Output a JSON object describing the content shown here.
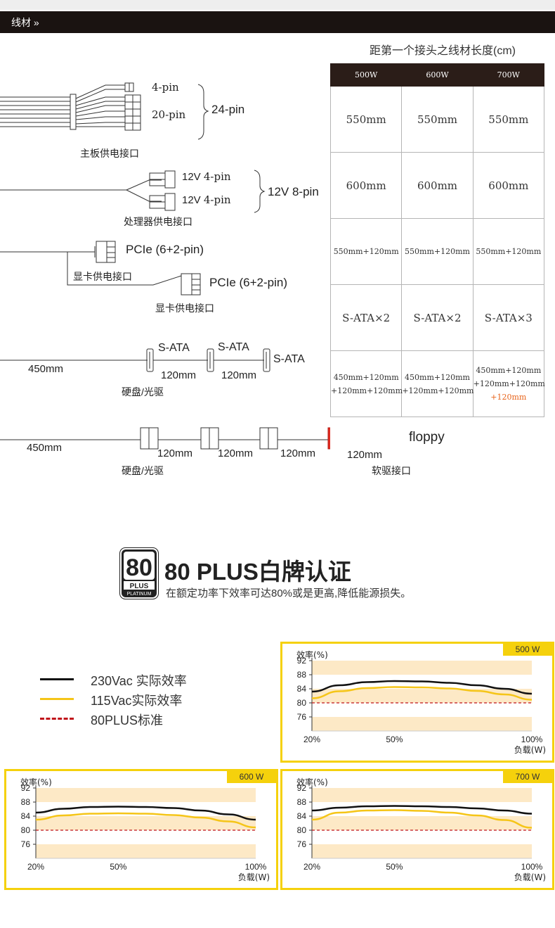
{
  "header": {
    "title": "线材 »"
  },
  "table": {
    "caption": "距第一个接头之线材长度(cm)",
    "columns": [
      "500W",
      "600W",
      "700W"
    ],
    "rows": [
      [
        "550mm",
        "550mm",
        "550mm"
      ],
      [
        "600mm",
        "600mm",
        "600mm"
      ],
      [
        "550mm+120mm",
        "550mm+120mm",
        "550mm+120mm"
      ],
      [
        "S-ATA×2",
        "S-ATA×2",
        "S-ATA×3"
      ]
    ],
    "last_row": {
      "line1": "450mm+120mm",
      "line2": "+120mm+120mm",
      "extra": "+120mm"
    }
  },
  "cables": {
    "mb": {
      "pin4": "4-pin",
      "pin20": "20-pin",
      "pin24": "24-pin",
      "label": "主板供电接口"
    },
    "cpu": {
      "a": "12V",
      "a_pin": "4-pin",
      "b": "12V",
      "b_pin": "4-pin",
      "combined": "12V 8-pin",
      "label": "处理器供电接口"
    },
    "pcie": {
      "conn1": "PCIe (6+2-pin)",
      "conn2": "PCIe (6+2-pin)",
      "label1": "显卡供电接口",
      "label2": "显卡供电接口"
    },
    "sata": {
      "len": "450mm",
      "c1": "S-ATA",
      "c2": "S-ATA",
      "c3": "S-ATA",
      "seg1": "120mm",
      "seg2": "120mm",
      "label": "硬盘/光驱"
    },
    "molex": {
      "len": "450mm",
      "seg1": "120mm",
      "seg2": "120mm",
      "seg3": "120mm",
      "seg4": "120mm",
      "floppy": "floppy",
      "label": "硬盘/光驱",
      "floppy_label": "软驱接口"
    }
  },
  "plus": {
    "badge_num": "80",
    "badge_plus": "PLUS",
    "badge_tier": "PLATINUM",
    "title": "80 PLUS白牌认证",
    "subtitle": "在额定功率下效率可达80%或是更高,降低能源损失。"
  },
  "legend": [
    {
      "text": "230Vac 实际效率",
      "color": "#111111"
    },
    {
      "text": "115Vac实际效率",
      "color": "#f5c518"
    },
    {
      "text": "80PLUS标准",
      "color": "#c0151b"
    }
  ],
  "colors": {
    "accent": "#f5d10c",
    "band": "#fde9c6",
    "header": "#1a1311",
    "red": "#e02b20",
    "orange": "#e8641b"
  },
  "chart_data": [
    {
      "type": "line",
      "badge": "500 W",
      "ylabel": "效率(%)",
      "xlabel": "负载(W)",
      "x_ticks": [
        "20%",
        "50%",
        "100%"
      ],
      "y_ticks": [
        76,
        80,
        84,
        88,
        92
      ],
      "ylim": [
        72,
        92
      ],
      "x": [
        20,
        30,
        40,
        50,
        60,
        70,
        80,
        90,
        100
      ],
      "series": [
        {
          "name": "230Vac 实际效率",
          "values": [
            83.2,
            85.0,
            85.9,
            86.2,
            86.1,
            85.7,
            85.0,
            84.0,
            82.6
          ]
        },
        {
          "name": "115Vac实际效率",
          "values": [
            81.3,
            83.3,
            84.2,
            84.5,
            84.4,
            84.1,
            83.4,
            82.4,
            80.9
          ]
        },
        {
          "name": "80PLUS标准",
          "values": [
            80,
            80,
            80,
            80,
            80,
            80,
            80,
            80,
            80
          ]
        }
      ]
    },
    {
      "type": "line",
      "badge": "600 W",
      "ylabel": "效率(%)",
      "xlabel": "负载(W)",
      "x_ticks": [
        "20%",
        "50%",
        "100%"
      ],
      "y_ticks": [
        76,
        80,
        84,
        88,
        92
      ],
      "ylim": [
        72,
        92
      ],
      "x": [
        20,
        30,
        40,
        50,
        60,
        70,
        80,
        90,
        100
      ],
      "series": [
        {
          "name": "230Vac 实际效率",
          "values": [
            85.0,
            86.1,
            86.6,
            86.7,
            86.6,
            86.3,
            85.6,
            84.5,
            83.0
          ]
        },
        {
          "name": "115Vac实际效率",
          "values": [
            83.0,
            84.2,
            84.7,
            84.8,
            84.7,
            84.3,
            83.6,
            82.5,
            80.8
          ]
        },
        {
          "name": "80PLUS标准",
          "values": [
            80,
            80,
            80,
            80,
            80,
            80,
            80,
            80,
            80
          ]
        }
      ]
    },
    {
      "type": "line",
      "badge": "700 W",
      "ylabel": "效率(%)",
      "xlabel": "负载(W)",
      "x_ticks": [
        "20%",
        "50%",
        "100%"
      ],
      "y_ticks": [
        76,
        80,
        84,
        88,
        92
      ],
      "ylim": [
        72,
        92
      ],
      "x": [
        20,
        30,
        40,
        50,
        60,
        70,
        80,
        90,
        100
      ],
      "series": [
        {
          "name": "230Vac 实际效率",
          "values": [
            85.6,
            86.4,
            86.8,
            86.9,
            86.8,
            86.6,
            86.2,
            85.6,
            84.7
          ]
        },
        {
          "name": "115Vac实际效率",
          "values": [
            83.0,
            85.0,
            85.6,
            85.7,
            85.5,
            85.0,
            84.2,
            82.9,
            80.7
          ]
        },
        {
          "name": "80PLUS标准",
          "values": [
            80,
            80,
            80,
            80,
            80,
            80,
            80,
            80,
            80
          ]
        }
      ]
    }
  ]
}
